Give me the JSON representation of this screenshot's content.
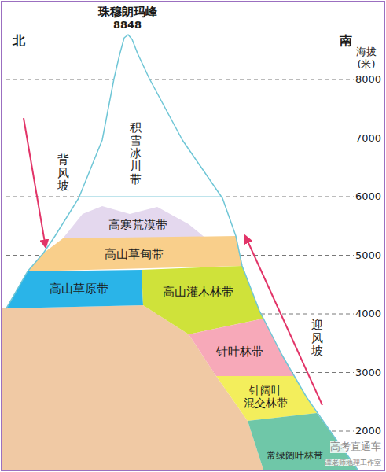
{
  "diagram": {
    "nodes": [
      {
        "text": [
          "积雪冰川带"
        ]
      },
      {
        "text": [
          "高寒荒漠带"
        ]
      },
      {
        "text": [
          "高山草甸带"
        ]
      },
      {
        "text": [
          "高山草原带"
        ]
      },
      {
        "text": [
          "高山灌木林带"
        ]
      },
      {
        "text": [
          "针叶林带"
        ]
      },
      {
        "text": [
          "针阔叶 混交林带"
        ]
      },
      {
        "text": [
          "常绿阔叶林带"
        ]
      }
    ],
    "labels": [
      "珠穆朗玛峰",
      "8848",
      "北",
      "南",
      "海拔 (米)",
      "8000",
      "7000",
      "6000",
      "5000",
      "4000",
      "3000",
      "2000",
      "背风坡",
      "迎风坡",
      "高考直通车",
      "谭老师地理工作室"
    ]
  }
}
